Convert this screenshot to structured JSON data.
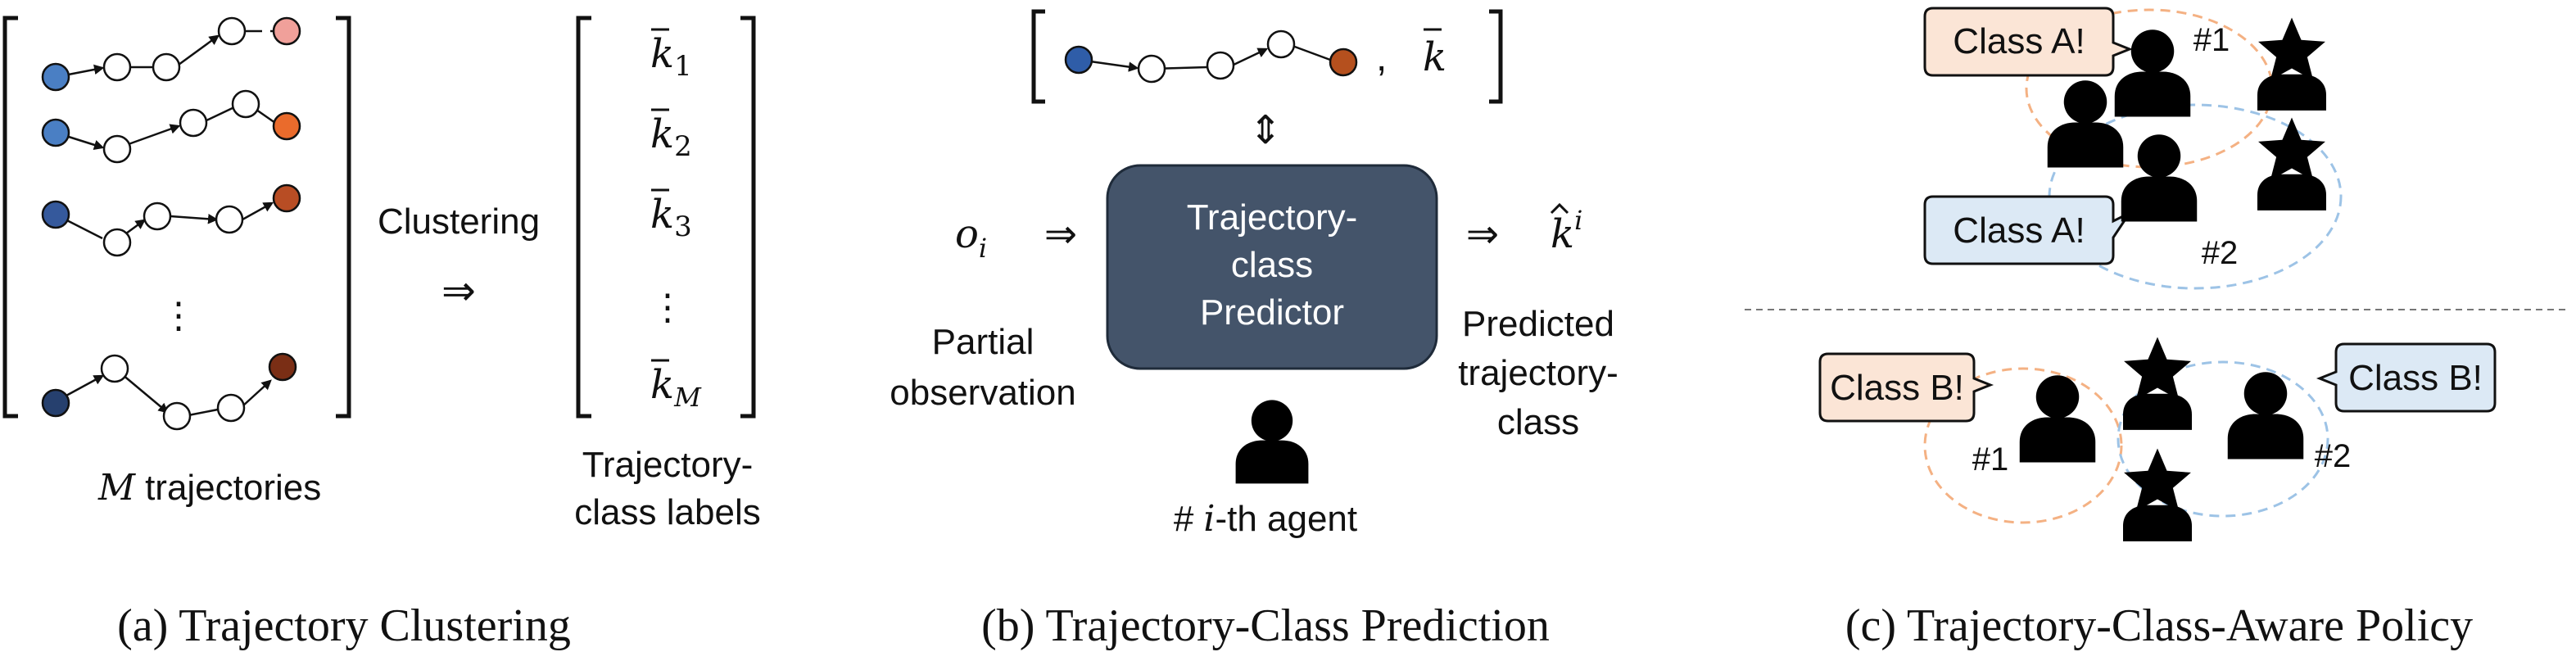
{
  "panel_a": {
    "clustering_label": "Clustering",
    "arrow_symbol": "⇒",
    "vdots": "⋮",
    "m_symbol": "M",
    "trajectories_text": "trajectories",
    "k_symbol": "k",
    "label_subscripts": [
      "1",
      "2",
      "3",
      "M"
    ],
    "labels_caption_line1": "Trajectory-",
    "labels_caption_line2": "class labels",
    "caption": "(a) Trajectory Clustering",
    "trajectory_end_colors": [
      "#f0a09a",
      "#ea6b2c",
      "#b84d24",
      "#7a2e15"
    ],
    "trajectory_start_colors": [
      "#4a7fc4",
      "#4a7fc4",
      "#35599c",
      "#26406e"
    ]
  },
  "panel_b": {
    "comma": ",",
    "k_symbol": "k",
    "updown_arrow": "⇕",
    "o_symbol": "o",
    "o_subscript": "i",
    "arrow_symbol": "⇒",
    "predictor_line1": "Trajectory-",
    "predictor_line2": "class",
    "predictor_line3": "Predictor",
    "k_hat_superscript": "i",
    "partial_line1": "Partial",
    "partial_line2": "observation",
    "predicted_line1": "Predicted",
    "predicted_line2": "trajectory-",
    "predicted_line3": "class",
    "agent_hash": "#",
    "agent_i": "i",
    "agent_suffix": "-th agent",
    "caption": "(b) Trajectory-Class Prediction",
    "predictor_color": "#44546a",
    "start_color": "#2f5da8",
    "end_color": "#b5501e"
  },
  "panel_c": {
    "class_a_label": "Class A!",
    "class_b_label": "Class B!",
    "tag_1": "#1",
    "tag_2": "#2",
    "caption": "(c) Trajectory-Class-Aware Policy",
    "orange_bubble": "#fbe5d6",
    "blue_bubble": "#dce9f5"
  }
}
